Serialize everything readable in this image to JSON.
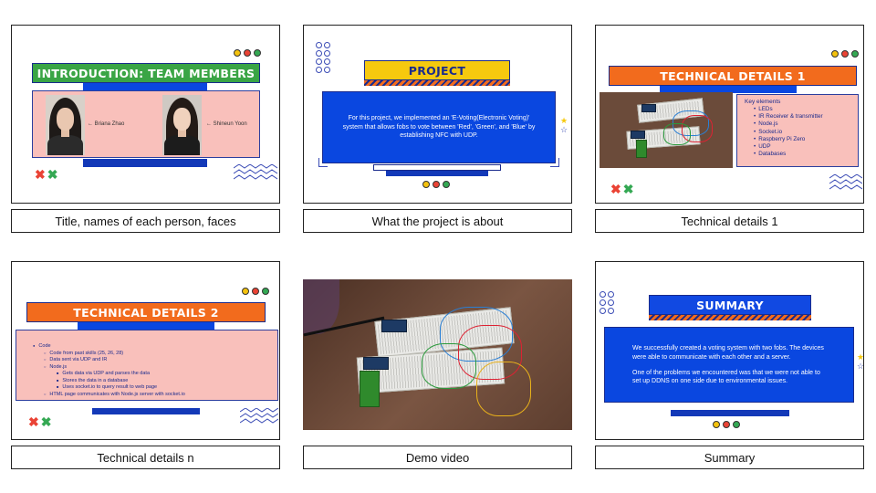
{
  "slides": [
    {
      "caption": "Title, names of each person, faces",
      "banner": "INTRODUCTION: TEAM MEMBERS",
      "members": [
        {
          "name": "← Briana Zhao"
        },
        {
          "name": "← Shineun Yoon"
        }
      ]
    },
    {
      "caption": "What the project is about",
      "banner": "PROJECT",
      "body": "For this project, we implemented an 'E-Voting(Electronic Voting)' system that allows fobs to vote between 'Red', 'Green', and 'Blue' by establishing NFC with UDP."
    },
    {
      "caption": "Technical details 1",
      "banner": "TECHNICAL DETAILS 1",
      "heading": "Key elements",
      "items": [
        "LEDs",
        "IR Receiver & transmitter",
        "Node.js",
        "Socket.io",
        "Raspberry Pi Zero",
        "UDP",
        "Databases"
      ]
    },
    {
      "caption": "Technical details n",
      "banner": "TECHNICAL DETAILS 2",
      "code": [
        {
          "level": 1,
          "text": "Code"
        },
        {
          "level": 2,
          "text": "Code from past skills (25, 26, 28)"
        },
        {
          "level": 2,
          "text": "Data sent via UDP and IR"
        },
        {
          "level": 2,
          "text": "Node.js"
        },
        {
          "level": 3,
          "text": "Gets data via UDP and parses the data"
        },
        {
          "level": 3,
          "text": "Stores the data in a database"
        },
        {
          "level": 3,
          "text": "Uses socket.io to query result to web page"
        },
        {
          "level": 2,
          "text": "HTML page communicates with Node.js server with socket.io"
        }
      ]
    },
    {
      "caption": "Demo video"
    },
    {
      "caption": "Summary",
      "banner": "SUMMARY",
      "para1": "We successfully created a voting system with two fobs. The devices were able to communicate with each other and a server.",
      "para2": "One of the problems we encountered was that we were not able to set up DDNS on one side due to environmental issues."
    }
  ],
  "colors": {
    "green": "#3aa545",
    "yellow": "#f6c90e",
    "orange": "#f26b1d",
    "blue": "#0a47e0",
    "pink": "#f9c0bb",
    "navy": "#1a2b8c"
  }
}
